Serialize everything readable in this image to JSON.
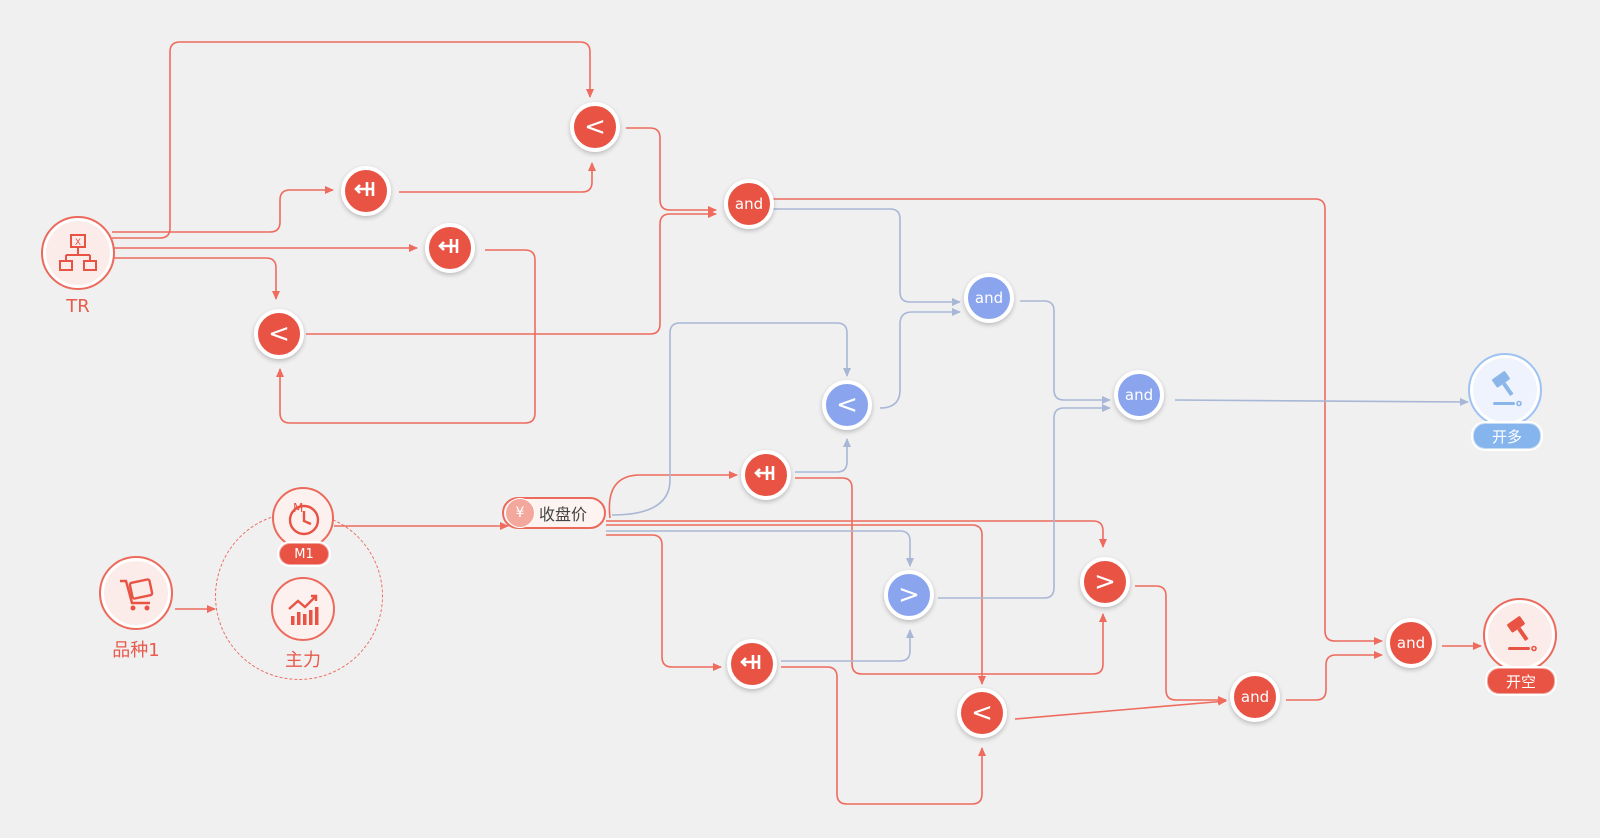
{
  "nodes": {
    "tr": {
      "label": "TR",
      "box_letter": "X"
    },
    "symbol": {
      "label": "品种1"
    },
    "main": {
      "label": "主力"
    },
    "period": {
      "badge": "M1",
      "clock_letter": "M"
    },
    "price": {
      "symbol": "¥",
      "label": "收盘价"
    },
    "open_long": {
      "label": "开多"
    },
    "open_short": {
      "label": "开空"
    }
  },
  "operators": {
    "lt": "<",
    "gt": ">",
    "and": "and",
    "ref_icon": "ref-shift-icon"
  },
  "colors": {
    "red": "#e85344",
    "red_line": "#ee6b5e",
    "blue": "#8aa4ee",
    "blue_line": "#a8b7d6",
    "light_blue": "#86b5ee"
  }
}
